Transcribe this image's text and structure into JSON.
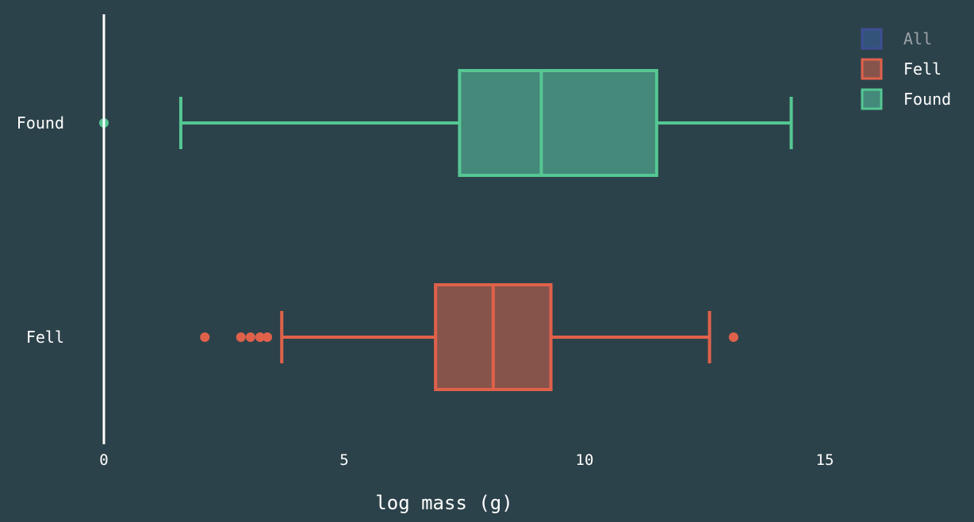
{
  "chart_data": {
    "type": "box",
    "xlabel": "log mass (g)",
    "ylabel": "",
    "xlim": [
      0,
      15
    ],
    "xticks": [
      "0",
      "5",
      "10",
      "15"
    ],
    "grid": false,
    "legend_position": "top-right",
    "legend": [
      {
        "label": "All",
        "color": "#3d4f94",
        "active": false
      },
      {
        "label": "Fell",
        "color": "#e0614a",
        "active": true
      },
      {
        "label": "Found",
        "color": "#55c793",
        "active": true
      }
    ],
    "categories": [
      "Found",
      "Fell"
    ],
    "series": [
      {
        "name": "Found",
        "color": "#55c793",
        "fill": "#44897a",
        "whisker_low": 1.6,
        "q1": 7.4,
        "median": 9.1,
        "q3": 11.5,
        "whisker_high": 14.3,
        "outliers": [
          0
        ]
      },
      {
        "name": "Fell",
        "color": "#e0614a",
        "fill": "#87544b",
        "whisker_low": 3.7,
        "q1": 6.9,
        "median": 8.1,
        "q3": 9.3,
        "whisker_high": 12.6,
        "outliers": [
          2.1,
          2.85,
          3.05,
          3.25,
          3.4,
          13.1
        ]
      }
    ]
  }
}
